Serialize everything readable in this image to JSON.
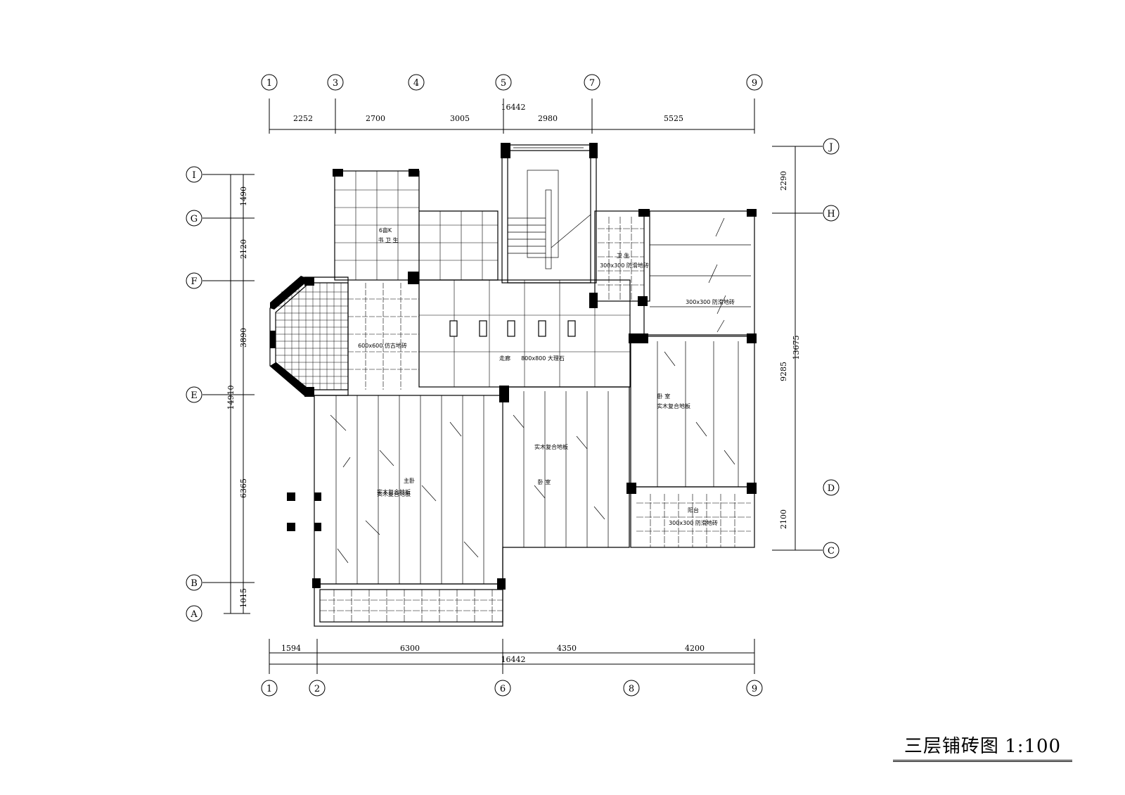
{
  "drawing": {
    "title": "三层铺砖图",
    "scale": "1:100"
  },
  "axes": {
    "top": [
      "1",
      "3",
      "4",
      "5",
      "7",
      "9"
    ],
    "bottom": [
      "1",
      "2",
      "6",
      "8",
      "9"
    ],
    "left": [
      "I",
      "G",
      "F",
      "E",
      "B",
      "A"
    ],
    "right": [
      "J",
      "H",
      "D",
      "C"
    ]
  },
  "dimensions": {
    "top_segments": [
      "2252",
      "2700",
      "3005",
      "2980",
      "5525"
    ],
    "top_total": "16442",
    "bottom_segments": [
      "1594",
      "6300",
      "4350",
      "4200"
    ],
    "bottom_total": "16442",
    "left_segments": [
      "1490",
      "2120",
      "3890",
      "6365",
      "1015"
    ],
    "left_total": "14910",
    "right_segments": [
      "2290",
      "9285",
      "2100"
    ],
    "right_total": "13675"
  },
  "rooms": [
    {
      "label": "6亩K",
      "sub": "书 卫 生"
    },
    {
      "label": "600x600 仿古地砖",
      "sub": ""
    },
    {
      "label": "走廊",
      "sub": "800x800 大理石"
    },
    {
      "label": "实木复合地板",
      "sub": ""
    },
    {
      "label": "主卧",
      "sub": "实木复合地板"
    },
    {
      "label": "实木复合地板",
      "sub": "卧 室"
    },
    {
      "label": "卧 室",
      "sub": "实木复合地板"
    },
    {
      "label": "卫 生",
      "sub": "300x300 防滑地砖"
    },
    {
      "label": "300x300 防滑地砖",
      "sub": ""
    },
    {
      "label": "阳台",
      "sub": "300x300 防滑地砖"
    }
  ]
}
